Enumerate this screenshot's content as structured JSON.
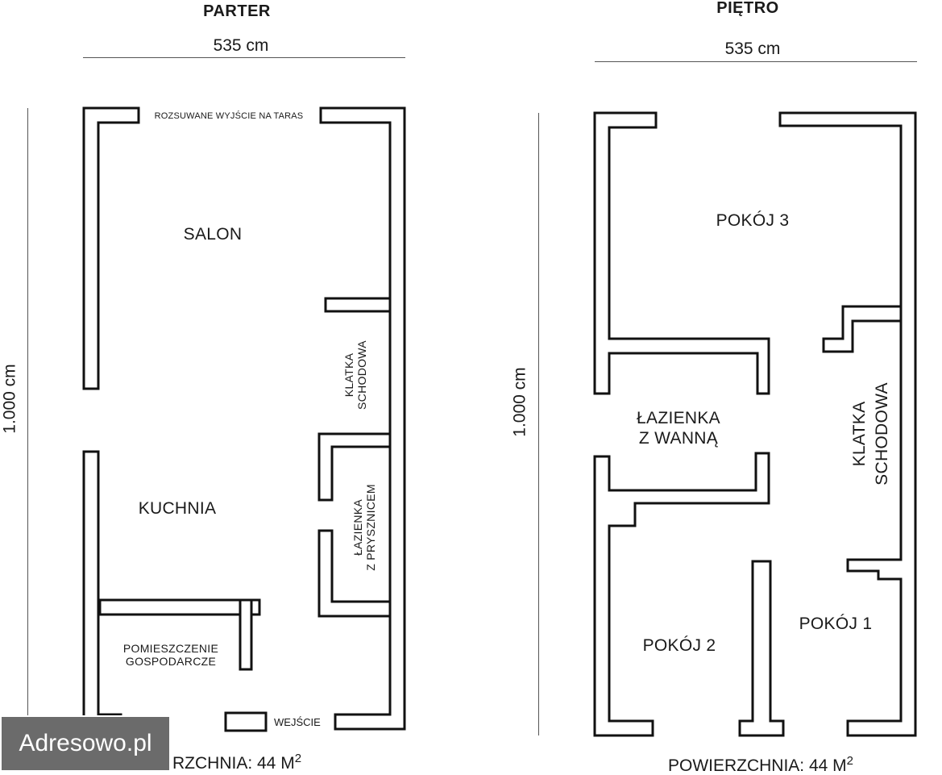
{
  "ground_floor": {
    "title": "PARTER",
    "width_label": "535 cm",
    "height_label": "1.000 cm",
    "rooms": {
      "salon": "SALON",
      "kuchnia": "KUCHNIA",
      "klatka_line1": "KLATKA",
      "klatka_line2": "SCHODOWA",
      "lazienka_line1": "ŁAZIENKA",
      "lazienka_line2": "Z PRYSZNICEM",
      "pomieszczenie_line1": "POMIESZCZENIE",
      "pomieszczenie_line2": "GOSPODARCZE"
    },
    "labels": {
      "sliding_exit": "ROZSUWANE WYJŚCIE NA TARAS",
      "entrance": "WEJŚCIE"
    },
    "area": "RZCHNIA: 44 M",
    "area_sup": "2"
  },
  "upper_floor": {
    "title": "PIĘTRO",
    "width_label": "535 cm",
    "height_label": "1.000 cm",
    "rooms": {
      "pokoj3": "POKÓJ 3",
      "lazienka_line1": "ŁAZIENKA",
      "lazienka_line2": "Z WANNĄ",
      "klatka_line1": "KLATKA",
      "klatka_line2": "SCHODOWA",
      "pokoj2": "POKÓJ 2",
      "pokoj1": "POKÓJ 1"
    },
    "area": "POWIERZCHNIA: 44 M",
    "area_sup": "2"
  },
  "watermark": "Adresowo.pl"
}
